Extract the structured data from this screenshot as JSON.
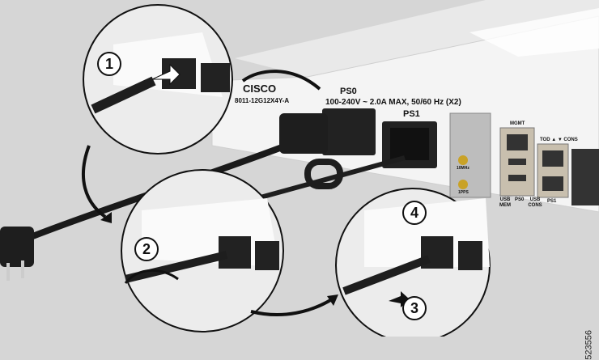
{
  "chassis": {
    "brand": "CISCO",
    "model": "8011-12G12X4Y-A",
    "ps0_label": "PS0",
    "ps1_label": "PS1",
    "power_rating": "100-240V ~ 2.0A MAX, 50/60 Hz (X2)",
    "mgmt_label": "MGMT",
    "tod_cons_label": "TOD ▲ ▼ CONS",
    "usb_mem_label": "USB MEM",
    "ps0_led_label": "PS0",
    "usb_cons_label": "USB CONS",
    "ps1_led_label": "PS1",
    "tenmhz_label": "10MHz",
    "pps_label": "1PPS"
  },
  "callouts": [
    "1",
    "2",
    "3",
    "4"
  ],
  "figure_number": "523556",
  "colors": {
    "background": "#d6d6d6",
    "chassis": "#f2f2f2",
    "cable": "#1a1a1a",
    "connector_gold": "#c9a227"
  }
}
